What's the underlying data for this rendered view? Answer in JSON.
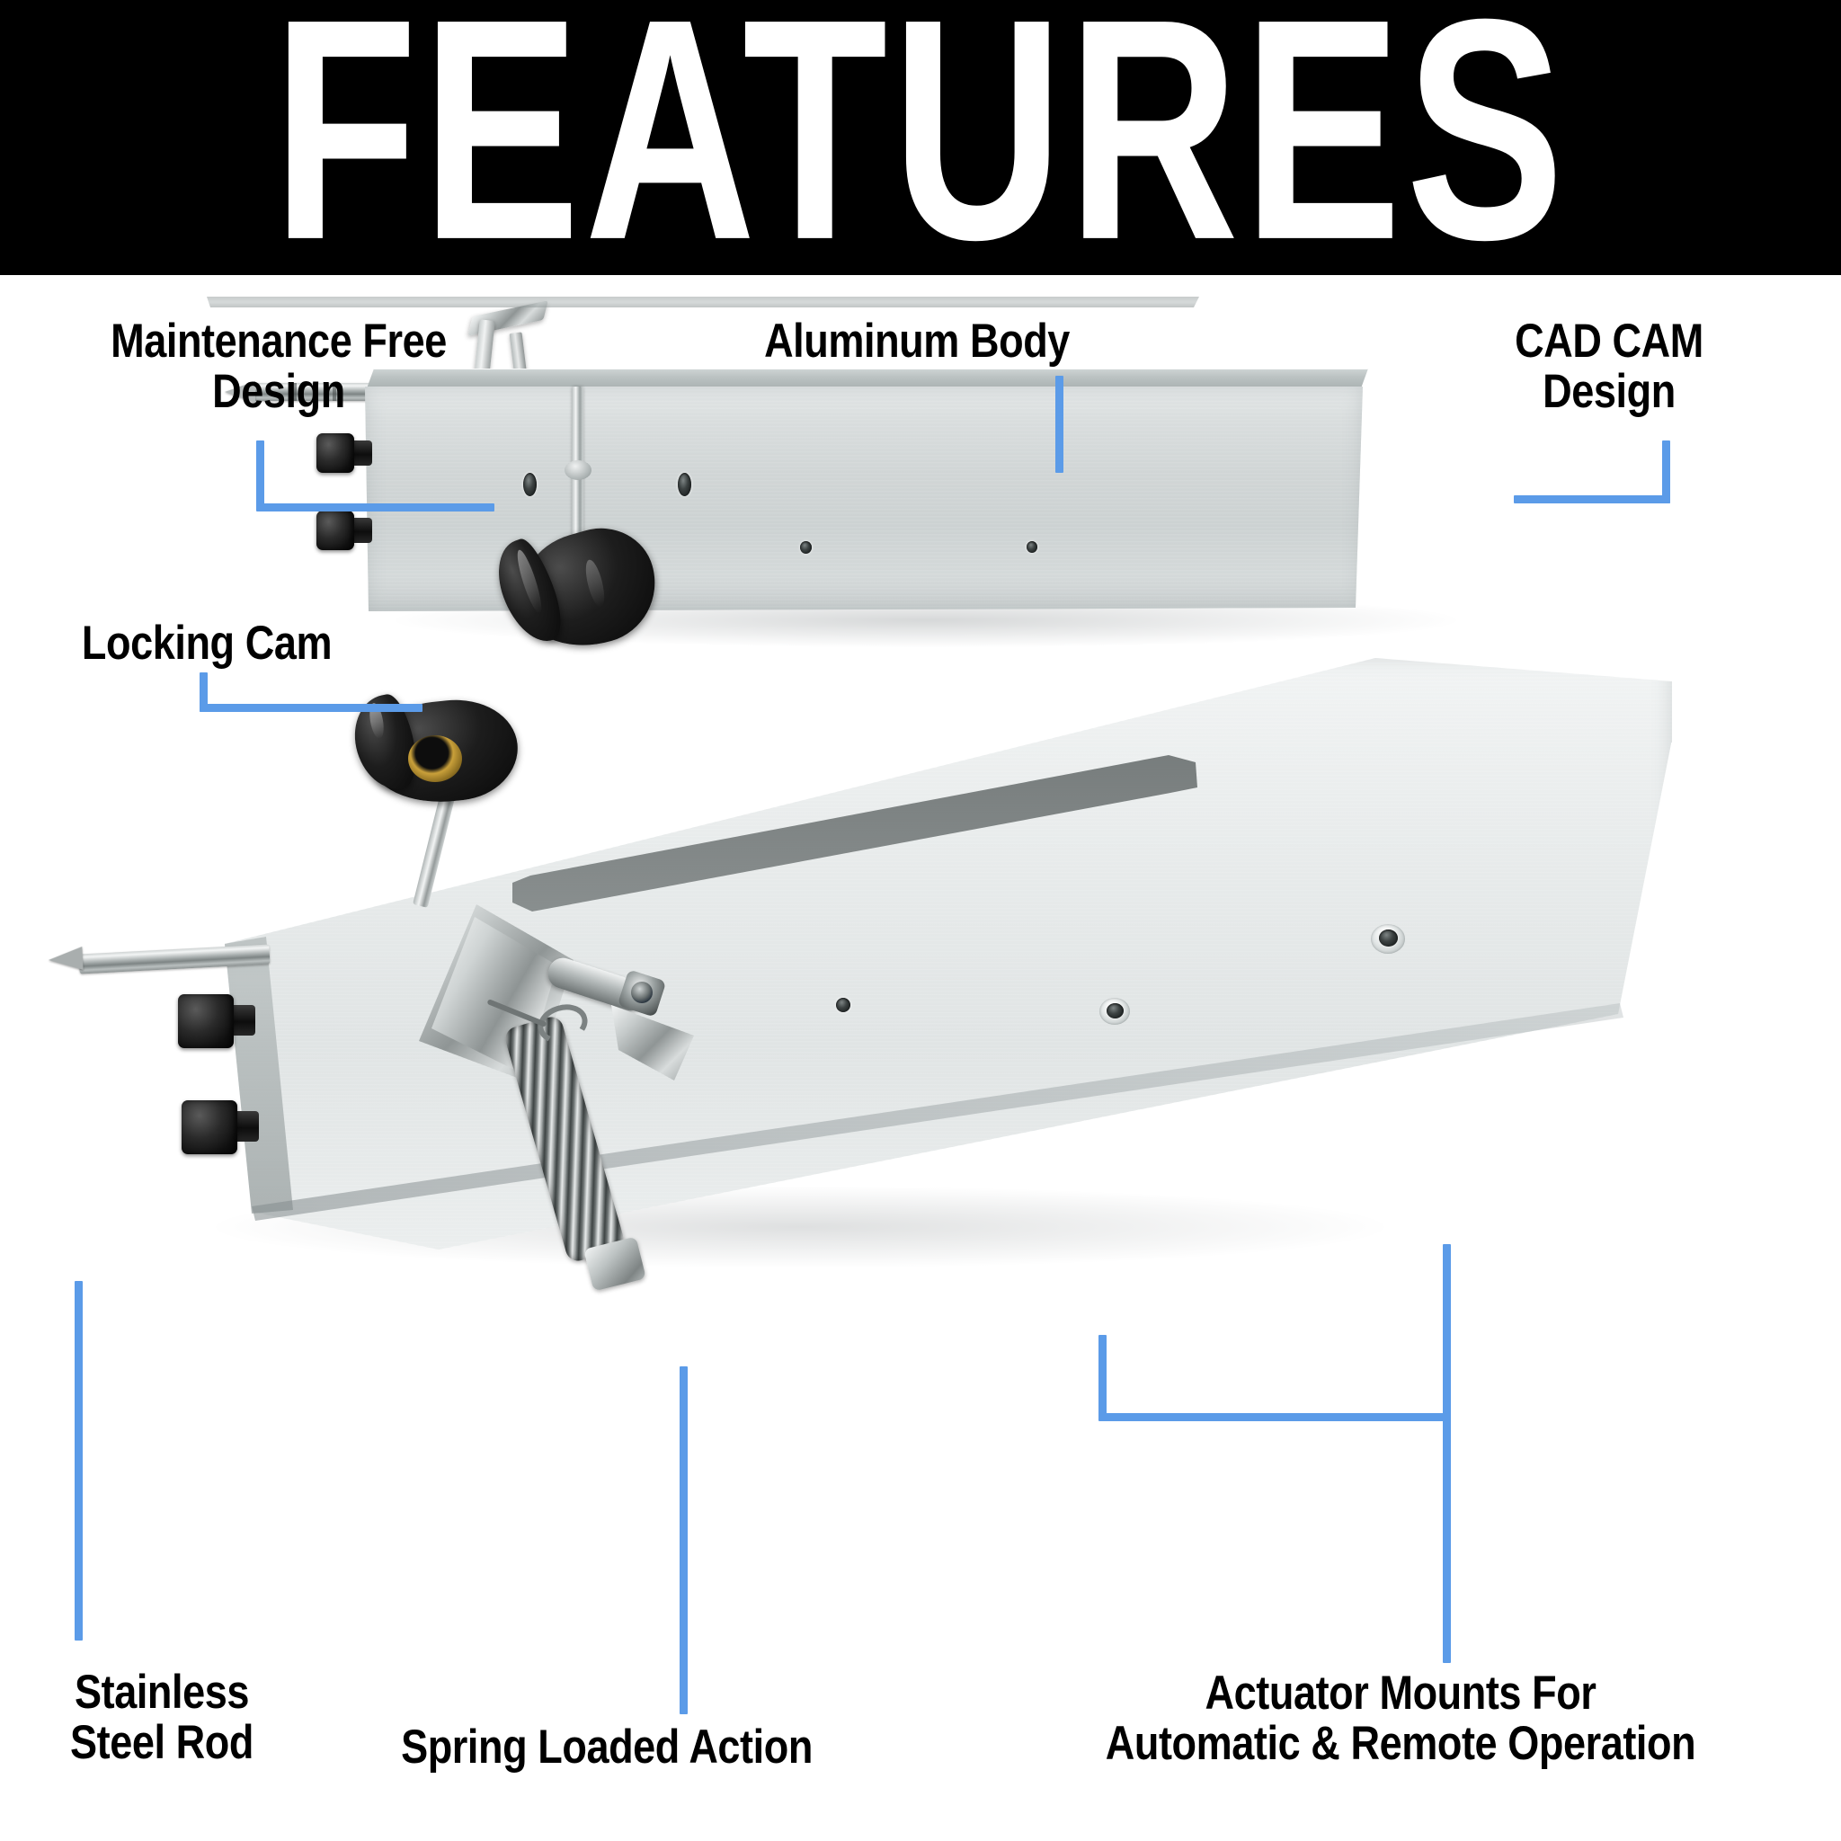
{
  "banner": {
    "title": "FEATURES",
    "background_color": "#000000",
    "text_color": "#ffffff"
  },
  "page": {
    "background_color": "#ffffff",
    "accent_color": "#5b9be8",
    "label_color": "#000000"
  },
  "callouts": [
    {
      "id": "maintenance-free-design",
      "text": "Maintenance Free\nDesign",
      "leader_type": "elbow-down-right",
      "target": "upper-body-left-end"
    },
    {
      "id": "aluminum-body",
      "text": "Aluminum Body",
      "leader_type": "vertical",
      "target": "upper-body-top-edge"
    },
    {
      "id": "cad-cam-design",
      "text": "CAD CAM\nDesign",
      "leader_type": "elbow-down-left",
      "target": "upper-body-right-corner"
    },
    {
      "id": "locking-cam",
      "text": "Locking Cam",
      "leader_type": "elbow-down-right",
      "target": "upper-body-lower-screw"
    },
    {
      "id": "stainless-steel-rod",
      "text": "Stainless\nSteel Rod",
      "leader_type": "vertical",
      "target": "lower-rod-tip"
    },
    {
      "id": "spring-loaded-action",
      "text": "Spring Loaded Action",
      "leader_type": "vertical",
      "target": "lower-spring-assembly"
    },
    {
      "id": "actuator-mounts",
      "text": "Actuator Mounts For\nAutomatic & Remote Operation",
      "leader_type": "bracket-two-point",
      "target": "lower-body-mount-holes"
    }
  ],
  "products": [
    {
      "id": "upper-unit",
      "view": "side-profile",
      "parts": [
        "aluminum-body",
        "stainless-steel-rod",
        "locking-cam-screws",
        "t-knob",
        "mount-holes"
      ]
    },
    {
      "id": "lower-unit",
      "view": "angled-three-quarter",
      "parts": [
        "aluminum-body",
        "stainless-steel-rod",
        "locking-cam-screws",
        "t-knob",
        "spring",
        "cam-bracket",
        "mount-holes"
      ]
    }
  ]
}
